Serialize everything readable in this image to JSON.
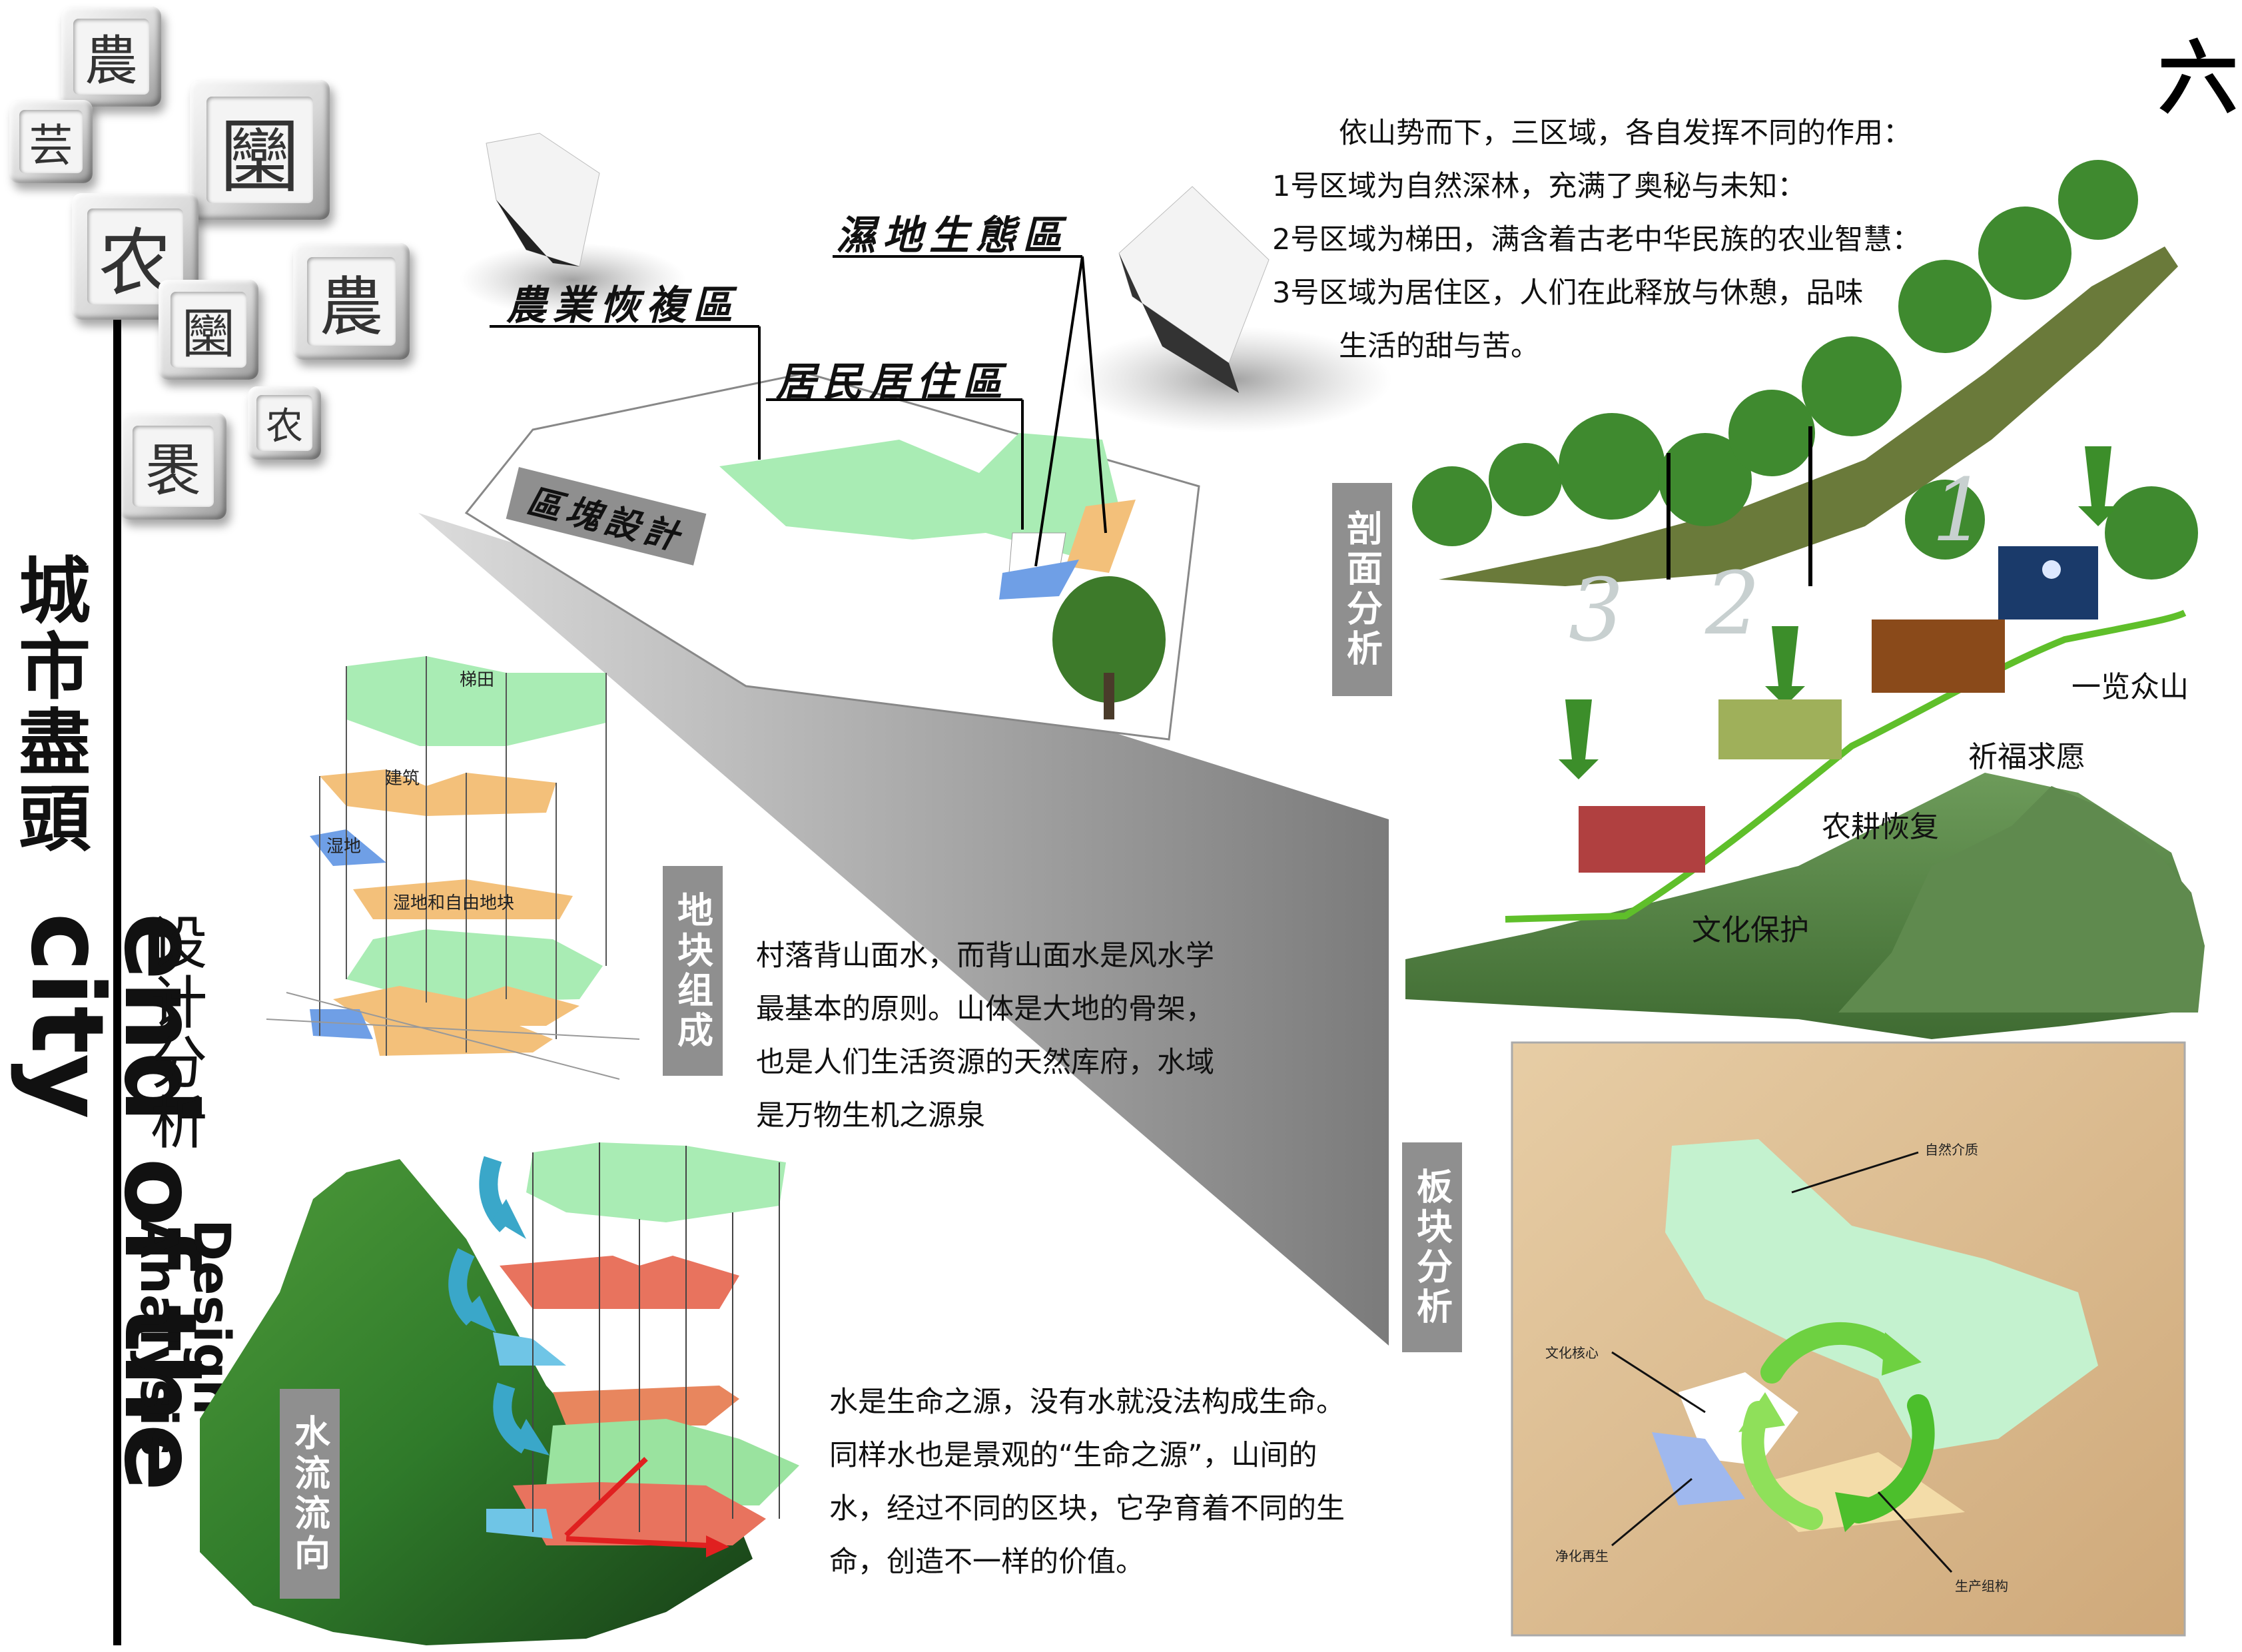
{
  "title_tiles": [
    "農",
    "芸",
    "圞",
    "农",
    "農",
    "圞",
    "农",
    "褁"
  ],
  "corner_mark": "六",
  "vertical_title_cn": "城市盡頭",
  "vertical_title_en": "end of the city",
  "section_cn": "设计分析",
  "section_en": "Design Analysis",
  "zones": {
    "agri": "農業恢複區",
    "wetland": "濕地生態區",
    "residential": "居民居住區",
    "block_design": "區塊設計"
  },
  "intro": {
    "line1": "依山势而下，三区域，各自发挥不同的作用：",
    "line2": "1号区域为自然深林，充满了奥秘与未知：",
    "line3": "2号区域为梯田，满含着古老中华民族的农业智慧：",
    "line4": "3号区域为居住区，人们在此释放与休憩，品味",
    "line5": "生活的甜与苦。"
  },
  "section_label": "剖面分析",
  "section_numbers": [
    "3",
    "2",
    "1"
  ],
  "stages": [
    "文化保护",
    "农耕恢复",
    "祈福求愿",
    "一览众山"
  ],
  "layers": {
    "label": "地块组成",
    "terrace": "梯田",
    "building": "建筑",
    "wetland": "湿地",
    "wetland_free": "湿地和自由地块"
  },
  "layers_text": {
    "line1": "村落背山面水，而背山面水是风水学",
    "line2": "最基本的原则。山体是大地的骨架，",
    "line3": "也是人们生活资源的天然库府，水域",
    "line4": "是万物生机之源泉"
  },
  "water": {
    "label": "水流流向",
    "line1": "水是生命之源，没有水就没法构成生命。",
    "line2": "同样水也是景观的“生命之源”，山间的",
    "line3": "水，经过不同的区块，它孕育着不同的生",
    "line4": "命，创造不一样的价值。"
  },
  "plate": {
    "label": "板块分析",
    "nature": "自然介质",
    "culture": "文化核心",
    "purify": "净化再生",
    "production": "生产组构"
  },
  "colors": {
    "green_zone": "#a9ecb4",
    "orange_zone": "#f3c07a",
    "blue_zone": "#6f9fe6",
    "red_layer": "#e8735e",
    "label_gray": "#8f8f8f",
    "path_green": "#5fbf2a"
  }
}
